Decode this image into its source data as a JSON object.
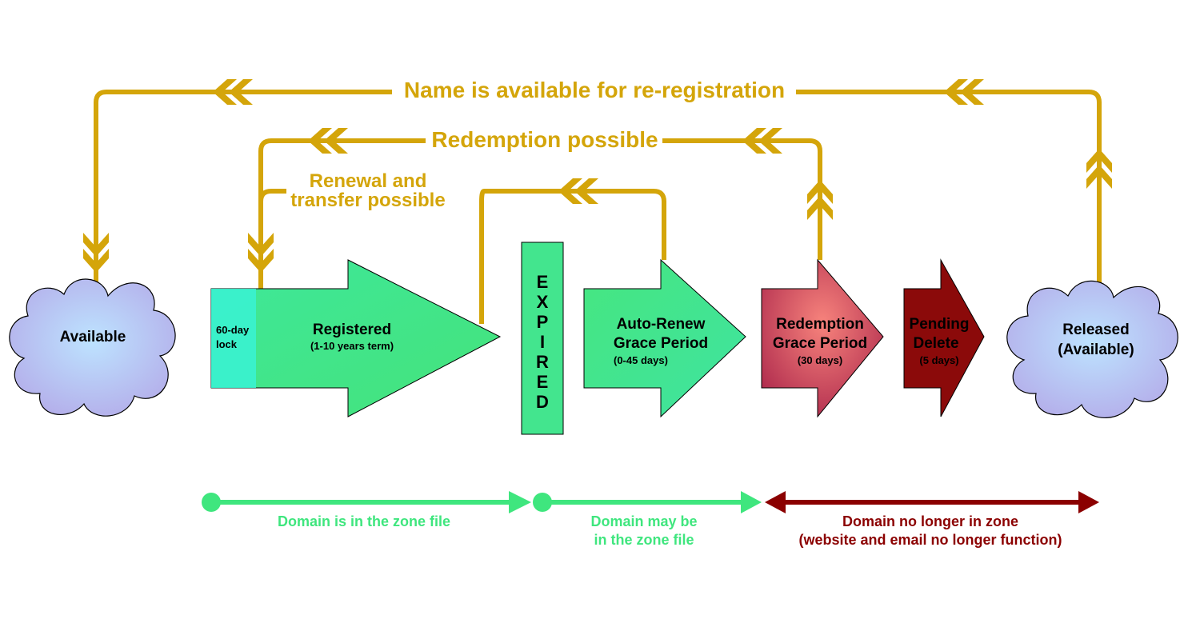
{
  "colors": {
    "gold": "#D4A50A",
    "green_line": "#3FE67E",
    "dark_red": "#8B0000",
    "cloud_fill": "#BFD7FF",
    "cloud_edge": "#000000"
  },
  "loops": {
    "reregistration": "Name is available for re-registration",
    "redemption": "Redemption possible",
    "renewal_line1": "Renewal and",
    "renewal_line2": "transfer possible"
  },
  "nodes": {
    "available": "Available",
    "lock_line1": "60-day",
    "lock_line2": "lock",
    "registered_title": "Registered",
    "registered_sub": "(1-10 years term)",
    "expired_letters": [
      "E",
      "X",
      "P",
      "I",
      "R",
      "E",
      "D"
    ],
    "autorenew_line1": "Auto-Renew",
    "autorenew_line2": "Grace Period",
    "autorenew_sub": "(0-45 days)",
    "redemption_line1": "Redemption",
    "redemption_line2": "Grace Period",
    "redemption_sub": "(30 days)",
    "pending_line1": "Pending",
    "pending_line2": "Delete",
    "pending_sub": "(5 days)",
    "released_line1": "Released",
    "released_line2": "(Available)"
  },
  "timeline": {
    "zone": "Domain is in the zone file",
    "maybe_line1": "Domain may be",
    "maybe_line2": "in the zone file",
    "nozone_line1": "Domain no longer in zone",
    "nozone_line2": "(website and email no longer function)"
  }
}
